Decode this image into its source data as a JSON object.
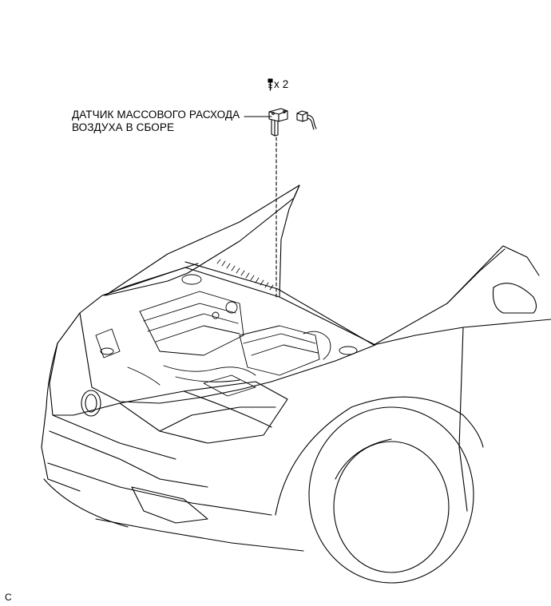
{
  "part": {
    "label_line1": "ДАТЧИК МАССОВОГО РАСХОДА",
    "label_line2": "ВОЗДУХА В СБОРЕ",
    "fastener_qty": "x 2"
  },
  "figure_code": "C",
  "icons": {
    "fastener": "bolt-icon",
    "sensor": "mass-air-flow-sensor-icon",
    "connector": "electrical-connector-icon",
    "vehicle": "car-front-hood-open-icon"
  },
  "colors": {
    "line": "#000000",
    "background": "#ffffff"
  }
}
